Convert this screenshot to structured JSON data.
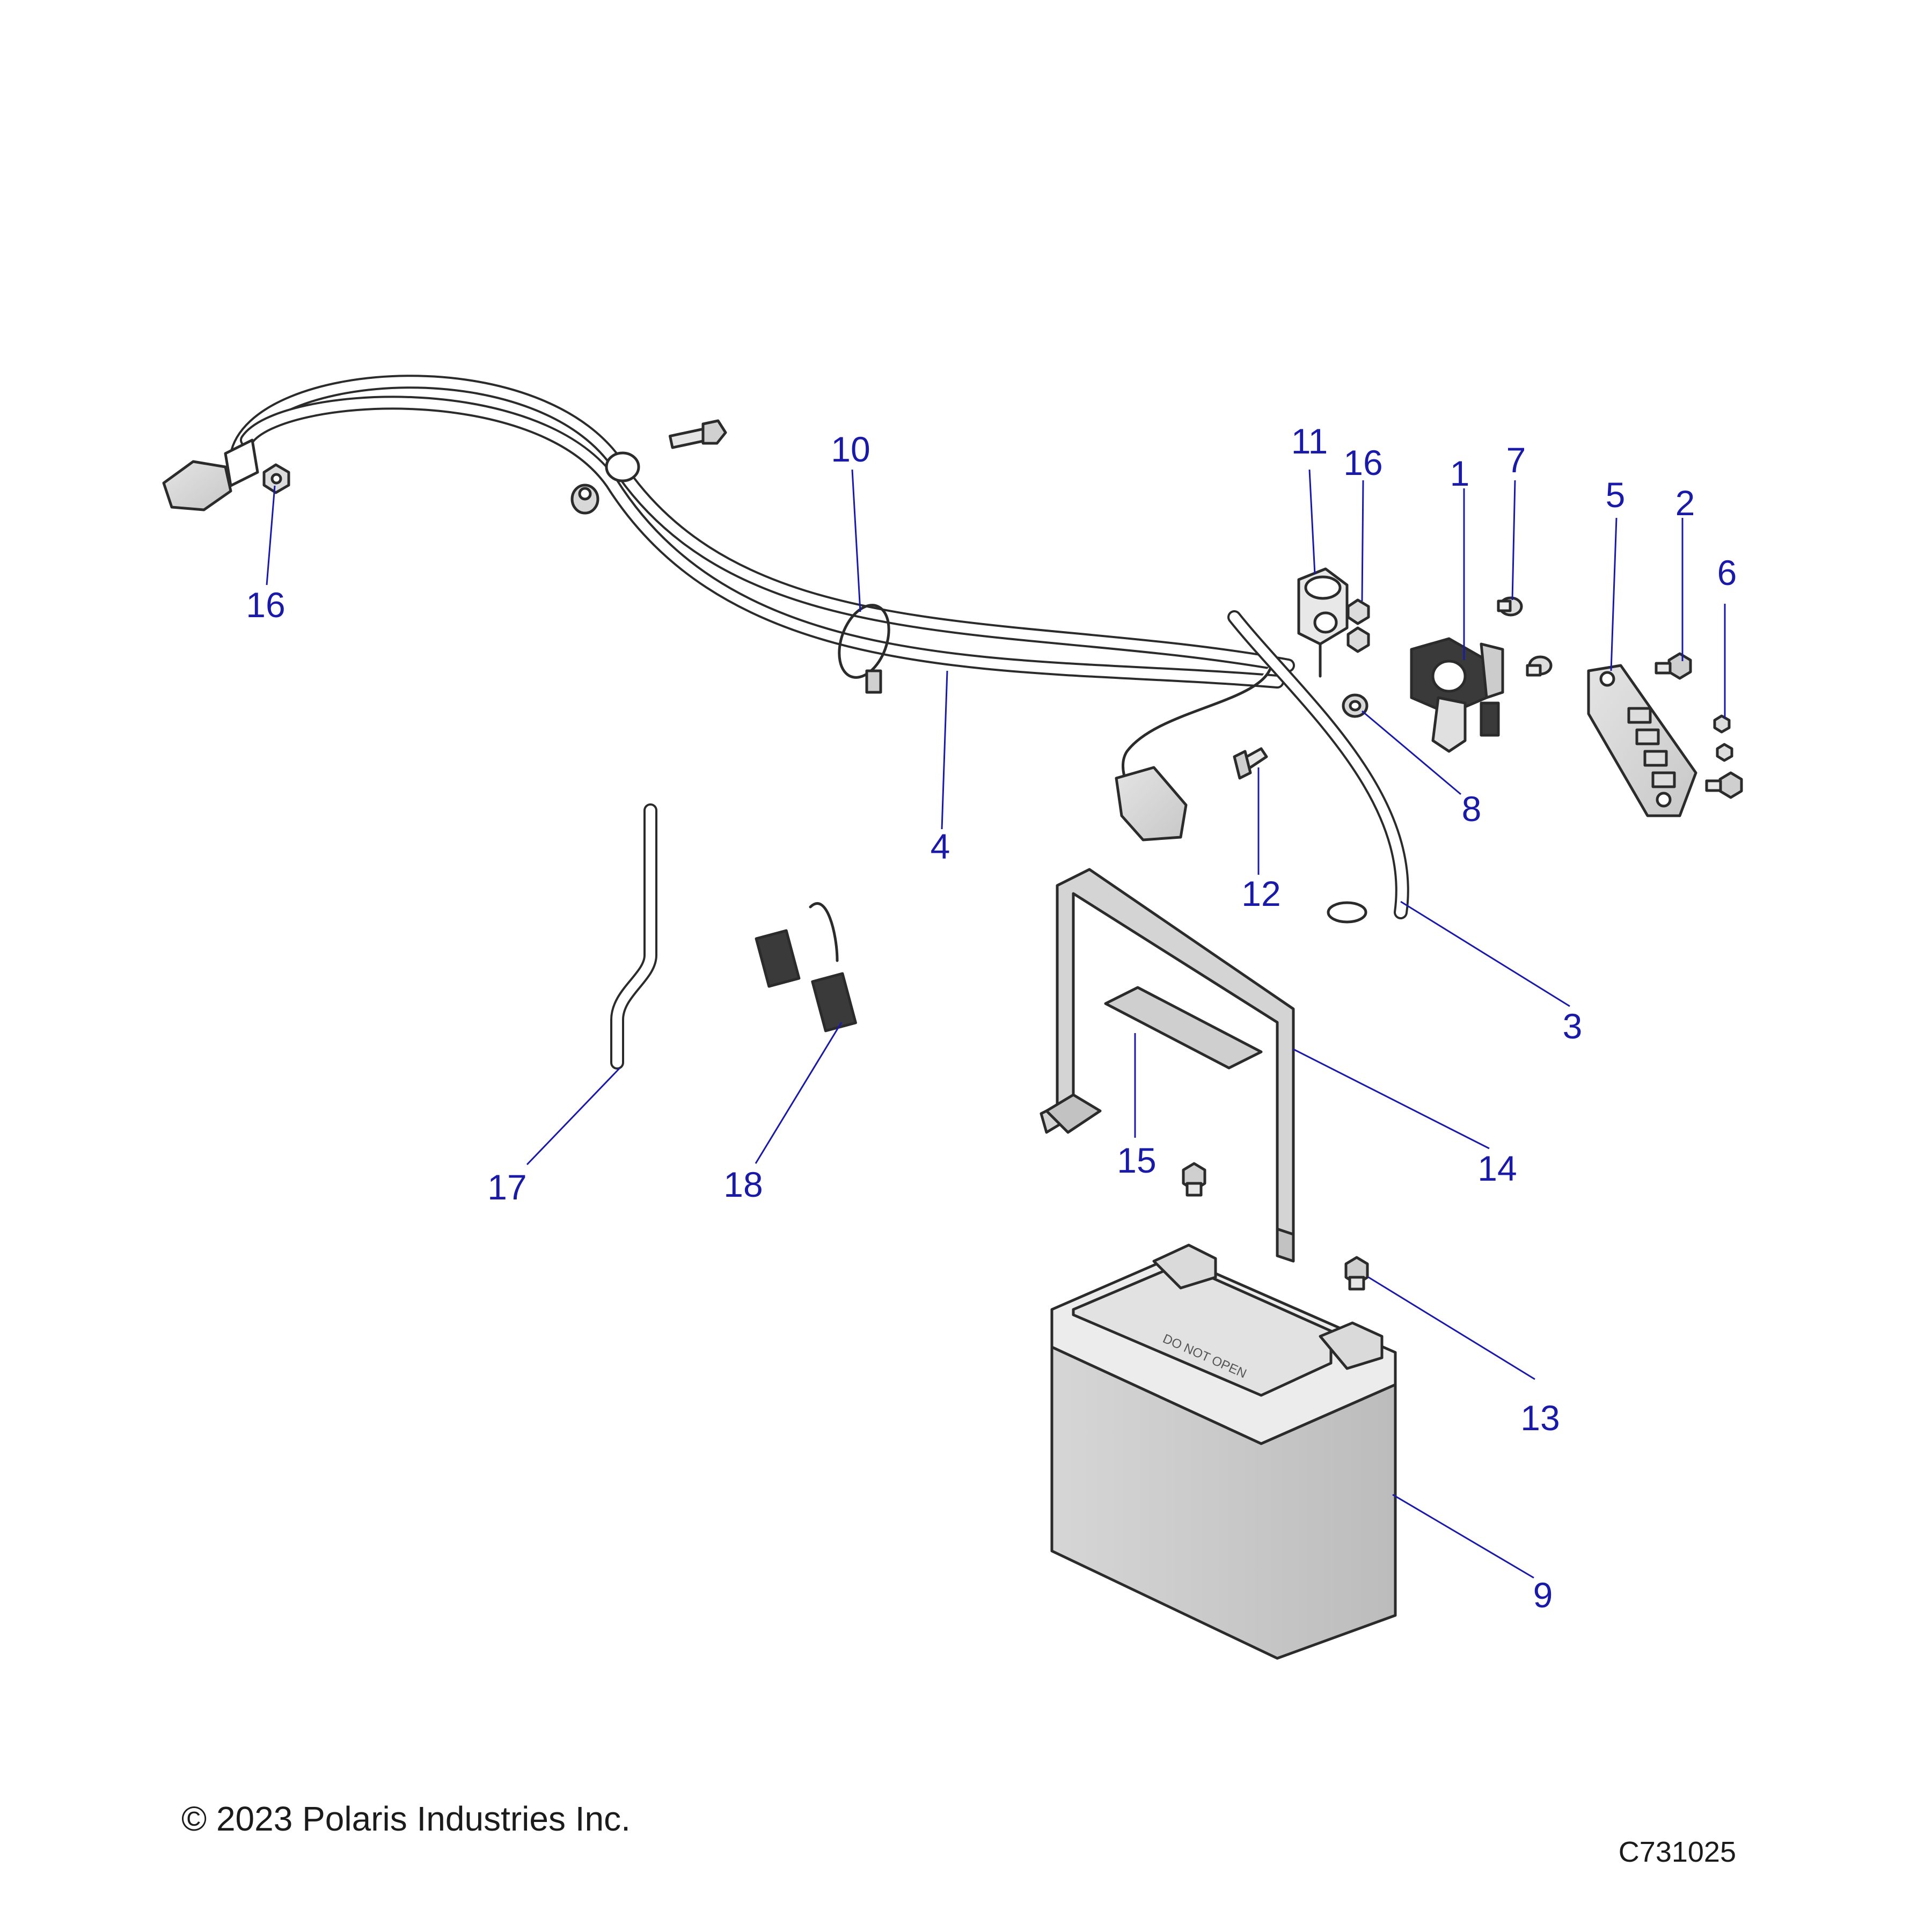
{
  "diagram": {
    "callouts": [
      {
        "id": "c1",
        "label": "1"
      },
      {
        "id": "c2",
        "label": "2"
      },
      {
        "id": "c3",
        "label": "3"
      },
      {
        "id": "c4",
        "label": "4"
      },
      {
        "id": "c5",
        "label": "5"
      },
      {
        "id": "c6",
        "label": "6"
      },
      {
        "id": "c7",
        "label": "7"
      },
      {
        "id": "c8",
        "label": "8"
      },
      {
        "id": "c9",
        "label": "9"
      },
      {
        "id": "c10",
        "label": "10"
      },
      {
        "id": "c11",
        "label": "11"
      },
      {
        "id": "c12",
        "label": "12"
      },
      {
        "id": "c13",
        "label": "13"
      },
      {
        "id": "c14",
        "label": "14"
      },
      {
        "id": "c15",
        "label": "15"
      },
      {
        "id": "c16a",
        "label": "16"
      },
      {
        "id": "c16b",
        "label": "16"
      },
      {
        "id": "c17",
        "label": "17"
      },
      {
        "id": "c18",
        "label": "18"
      }
    ],
    "battery_label": "DO NOT OPEN",
    "callout_color": "#1a1aa8",
    "line_color": "#2b2b2b"
  },
  "footer": {
    "copyright": "© 2023 Polaris Industries Inc.",
    "drawing_number": "C731025"
  }
}
